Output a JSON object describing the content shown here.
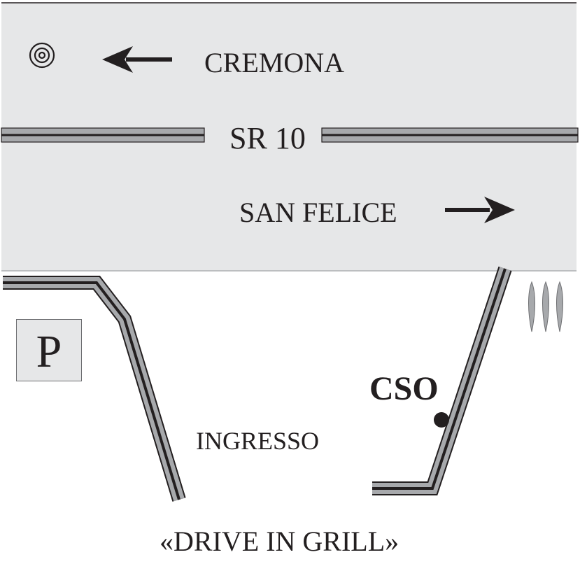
{
  "map": {
    "road_name": "SR 10",
    "direction_west": "CREMONA",
    "direction_east": "SAN FELICE",
    "parking": "P",
    "entrance": "INGRESSO",
    "landmark": "CSO",
    "destination": "«DRIVE IN GRILL»"
  },
  "colors": {
    "road_fill": "#e6e7e8",
    "ink": "#231f20",
    "gray": "#a7a9ac"
  },
  "icons": {
    "west_marker": "concentric-circle-icon",
    "west_arrow": "arrow-left-icon",
    "east_arrow": "arrow-right-icon",
    "trees": "cypress-trees-icon",
    "landmark": "dot-marker-icon"
  }
}
